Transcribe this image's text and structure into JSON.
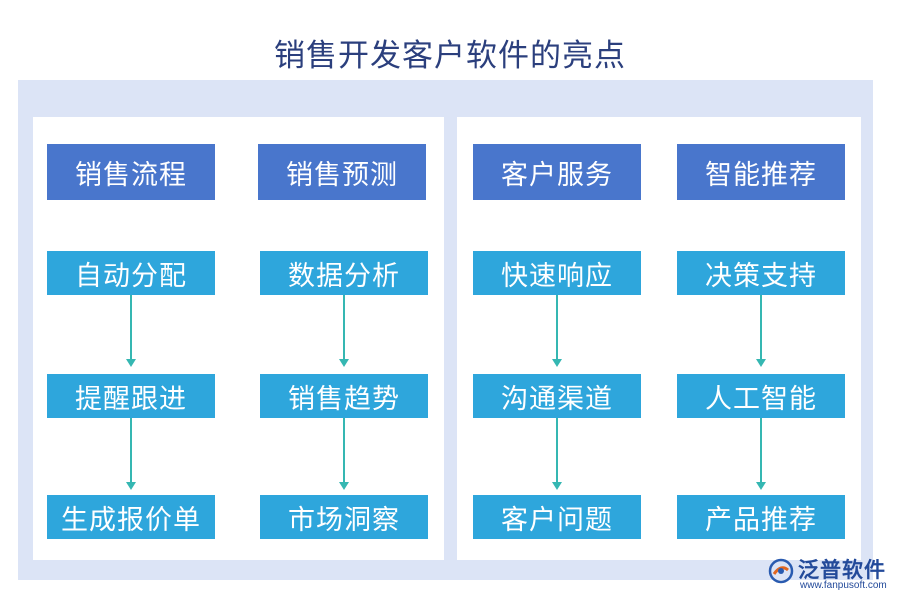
{
  "title": "销售开发客户软件的亮点",
  "columns": [
    {
      "header": "销售流程",
      "items": [
        "自动分配",
        "提醒跟进",
        "生成报价单"
      ]
    },
    {
      "header": "销售预测",
      "items": [
        "数据分析",
        "销售趋势",
        "市场洞察"
      ]
    },
    {
      "header": "客户服务",
      "items": [
        "快速响应",
        "沟通渠道",
        "客户问题"
      ]
    },
    {
      "header": "智能推荐",
      "items": [
        "决策支持",
        "人工智能",
        "产品推荐"
      ]
    }
  ],
  "colors": {
    "header_box": "#4976cc",
    "item_box": "#2ea6dc",
    "arrow": "#35b7b2",
    "title": "#2b3f7d",
    "background_band": "#dce4f6"
  },
  "watermark": {
    "brand": "泛普软件",
    "url": "www.fanpusoft.com"
  }
}
